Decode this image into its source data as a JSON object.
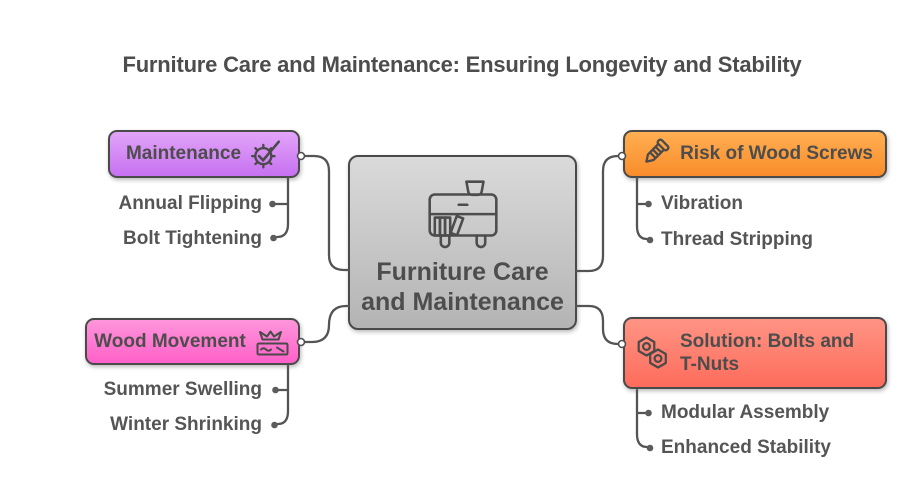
{
  "title": "Furniture Care and Maintenance: Ensuring Longevity and Stability",
  "colors": {
    "text": "#4d4d4d",
    "sub_text": "#555555",
    "line": "#545454",
    "node_border": "#4a4a4a",
    "center_gradient": {
      "top": "#dadada",
      "bottom": "#b4b4b4"
    },
    "maintenance_gradient": {
      "top": "#e3a4f8",
      "bottom": "#c671f1"
    },
    "risk_gradient": {
      "top": "#ffaf52",
      "bottom": "#f98c2a"
    },
    "wood_gradient": {
      "top": "#ff96dc",
      "bottom": "#ff60c8"
    },
    "solution_gradient": {
      "top": "#ff9484",
      "bottom": "#fe6c5c"
    }
  },
  "center": {
    "label": "Furniture Care and Maintenance",
    "line1": "Furniture Care",
    "line2": "and Maintenance",
    "icon": "furniture-cabinet-icon"
  },
  "branches": {
    "maintenance": {
      "label": "Maintenance",
      "icon": "gear-check-icon",
      "children": {
        "c1": "Annual Flipping",
        "c2": "Bolt Tightening"
      }
    },
    "risk": {
      "label": "Risk of Wood Screws",
      "icon": "screw-icon",
      "children": {
        "c1": "Vibration",
        "c2": "Thread Stripping"
      }
    },
    "wood": {
      "label": "Wood Movement",
      "icon": "wood-plank-icon",
      "children": {
        "c1": "Summer Swelling",
        "c2": "Winter Shrinking"
      }
    },
    "solution": {
      "label": "Solution: Bolts and T-Nuts",
      "icon": "hex-nuts-icon",
      "children": {
        "c1": "Modular Assembly",
        "c2": "Enhanced Stability"
      }
    }
  }
}
